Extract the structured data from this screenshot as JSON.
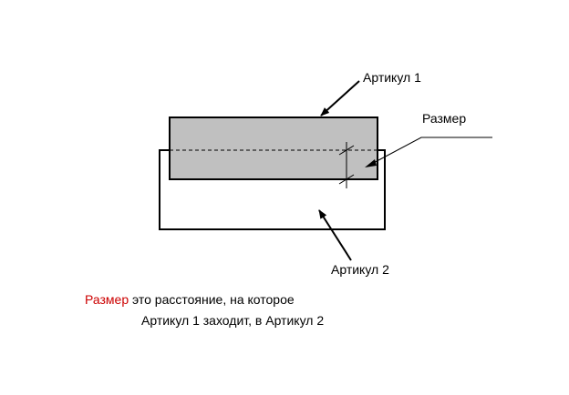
{
  "labels": {
    "article1": "Артикул 1",
    "size": "Размер",
    "article2": "Артикул 2"
  },
  "caption": {
    "highlight": "Размер",
    "line1_rest": " это расстояние, на которое",
    "line2": "Артикул 1 заходит, в Артикул 2"
  },
  "colors": {
    "highlight": "#cc0000",
    "article1_fill": "#c0c0c0",
    "outline": "#000000"
  }
}
